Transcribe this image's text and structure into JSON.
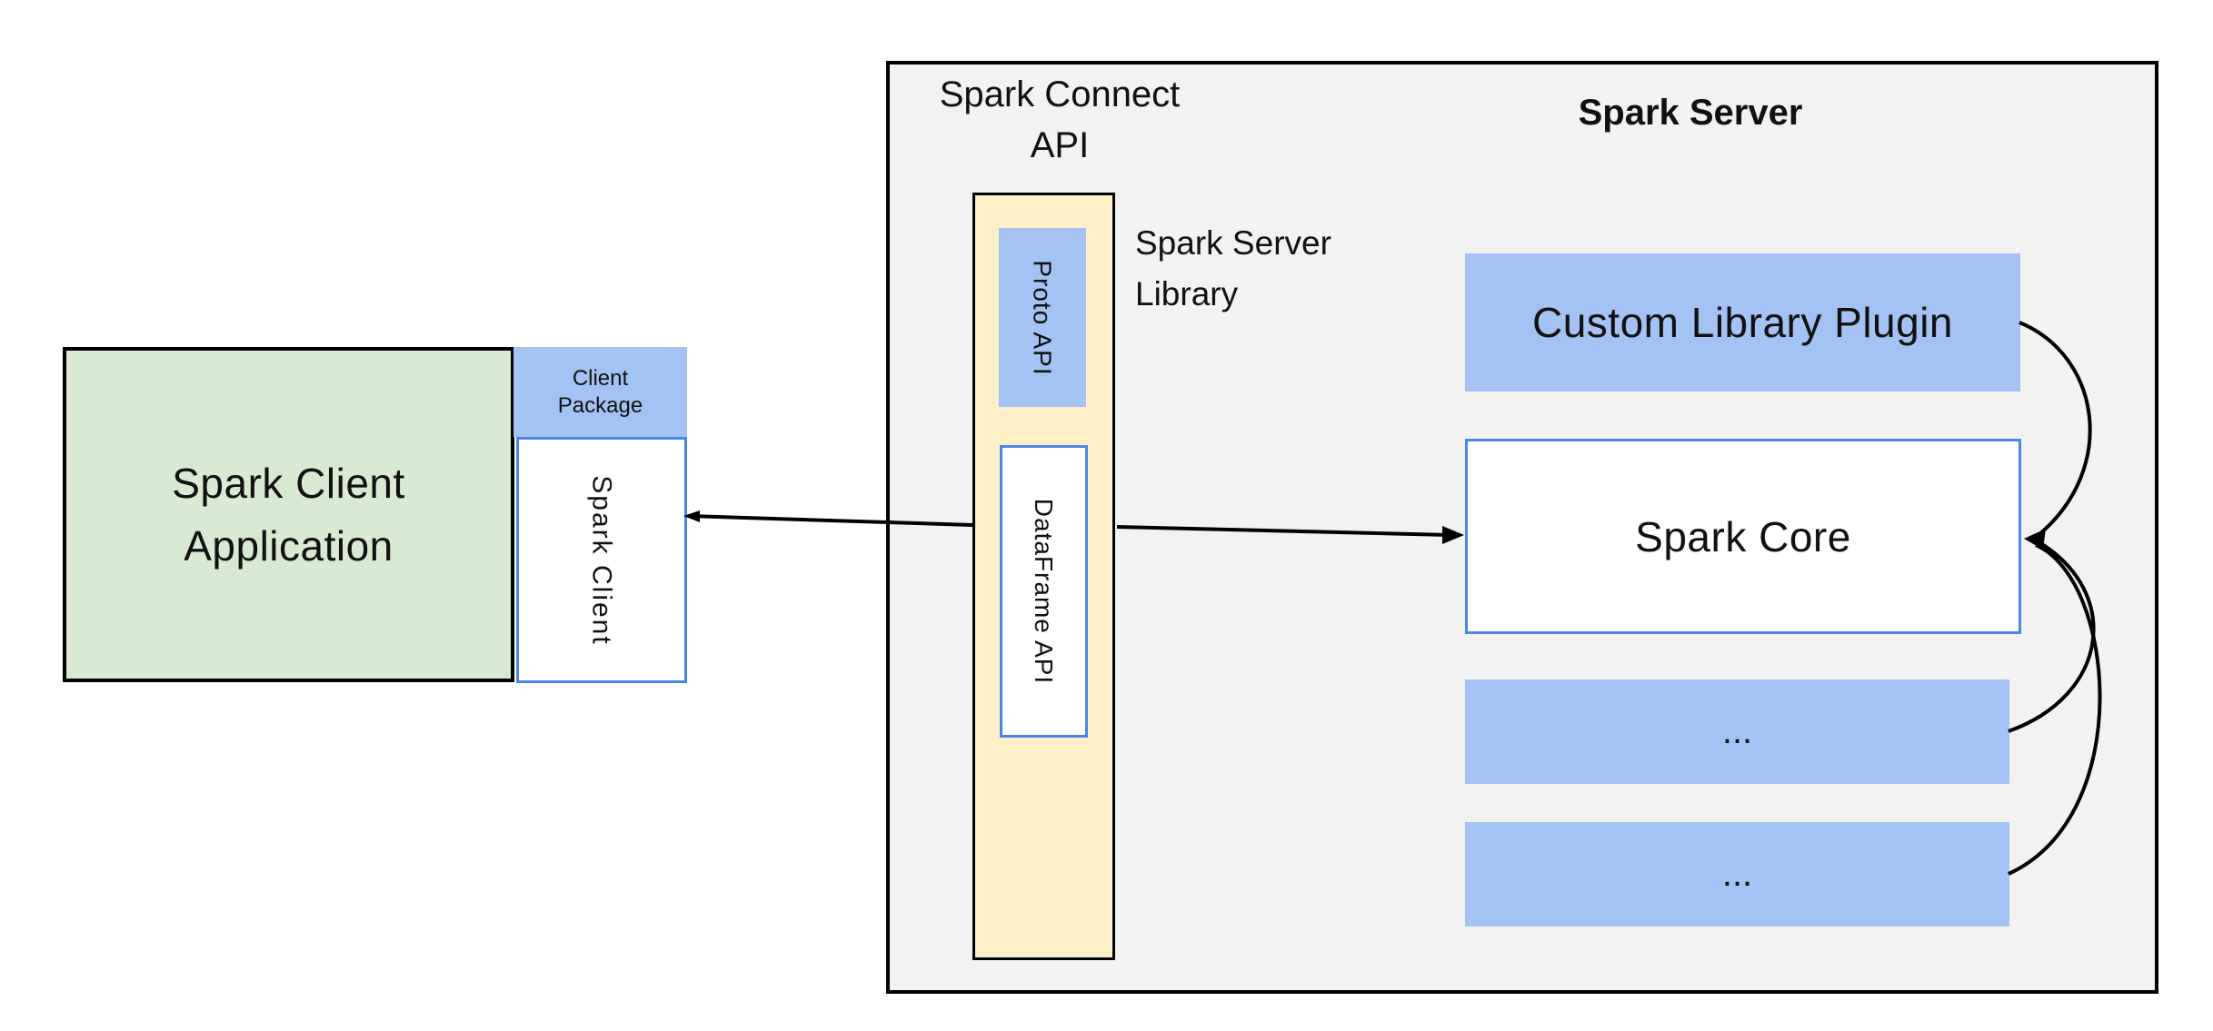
{
  "colors": {
    "client_app_fill": "#d9ead3",
    "package_fill": "#a4c2f4",
    "connect_container_fill": "#fdf0c9",
    "server_fill": "#f2f2f2",
    "white_box_border": "#4a86e8",
    "outline": "#000000"
  },
  "client": {
    "app_label_line1": "Spark Client",
    "app_label_line2": "Application",
    "package_label_line1": "Client",
    "package_label_line2": "Package",
    "library_label": "Spark Client"
  },
  "connect_api": {
    "label_line1": "Spark Connect",
    "label_line2": "API",
    "proto_api_label": "Proto API",
    "dataframe_api_label": "DataFrame API",
    "library_label_line1": "Spark Server",
    "library_label_line2": "Library"
  },
  "server": {
    "title": "Spark Server",
    "plugin_label": "Custom Library Plugin",
    "core_label": "Spark Core",
    "placeholder_1_label": "...",
    "placeholder_2_label": "..."
  }
}
